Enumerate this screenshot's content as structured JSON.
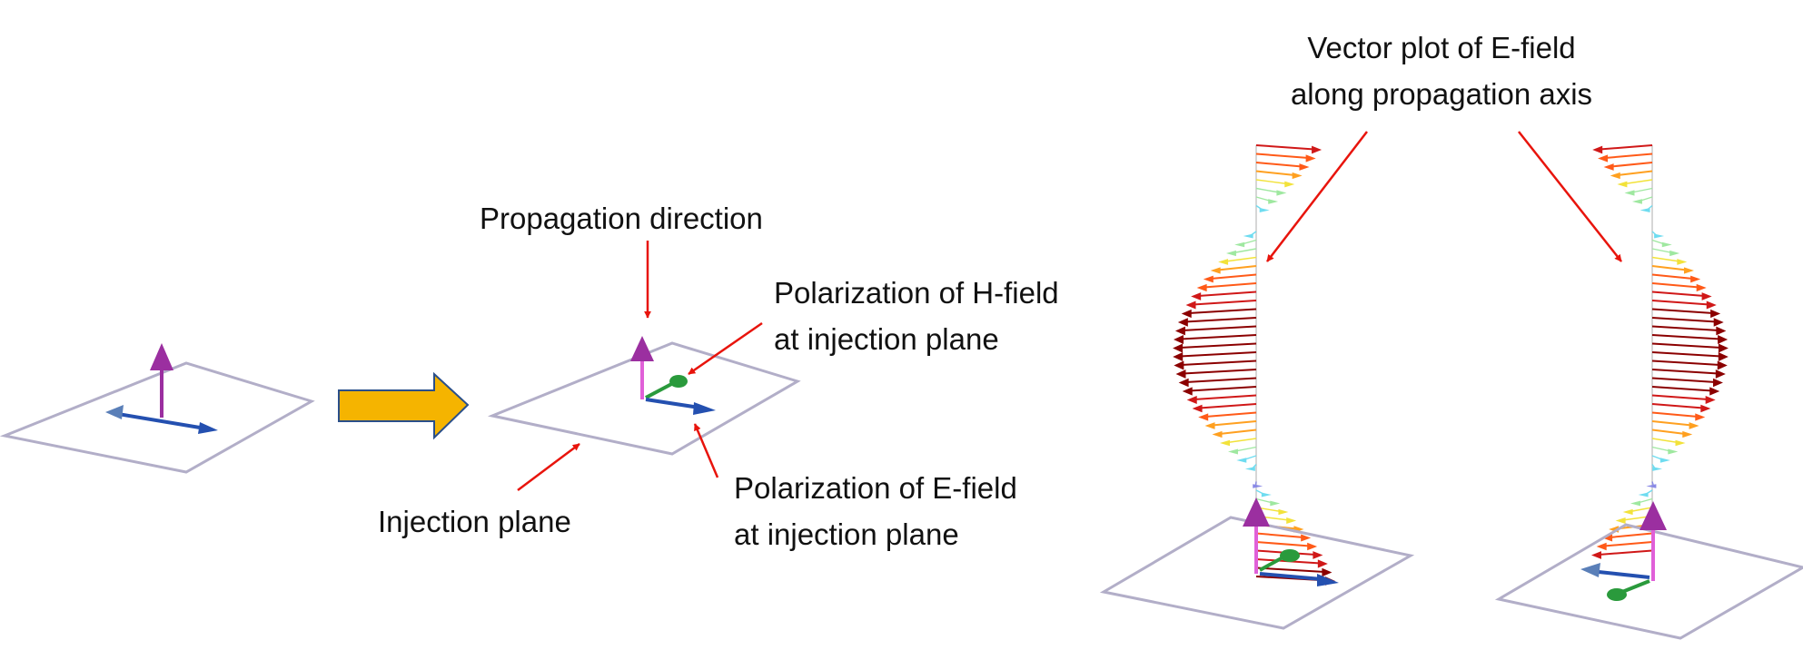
{
  "labels": {
    "propagation_direction": "Propagation direction",
    "h_field_line1": "Polarization of H-field",
    "h_field_line2": "at injection plane",
    "e_field_line1": "Polarization of E-field",
    "e_field_line2": "at injection plane",
    "injection_plane": "Injection plane",
    "vector_plot_line1": "Vector plot of E-field",
    "vector_plot_line2": "along propagation axis"
  },
  "colors": {
    "plane_outline": "#b2aec8",
    "propagation_arrow": "#9b2fa0",
    "h_field_arrow": "#2a9a3c",
    "e_field_arrow": "#2450b0",
    "callout_arrow": "#e8140c",
    "transition_arrow_fill": "#f5b400",
    "transition_arrow_stroke": "#2a4f8a",
    "field_axis": "#c8c8c8"
  },
  "field_colormap": [
    "#8b0000",
    "#d01818",
    "#ff5a18",
    "#ffa020",
    "#f2e23a",
    "#9fe8a0",
    "#6fdcf0",
    "#8a8ae6"
  ],
  "icons": {
    "transition": "block-right-arrow-icon"
  }
}
